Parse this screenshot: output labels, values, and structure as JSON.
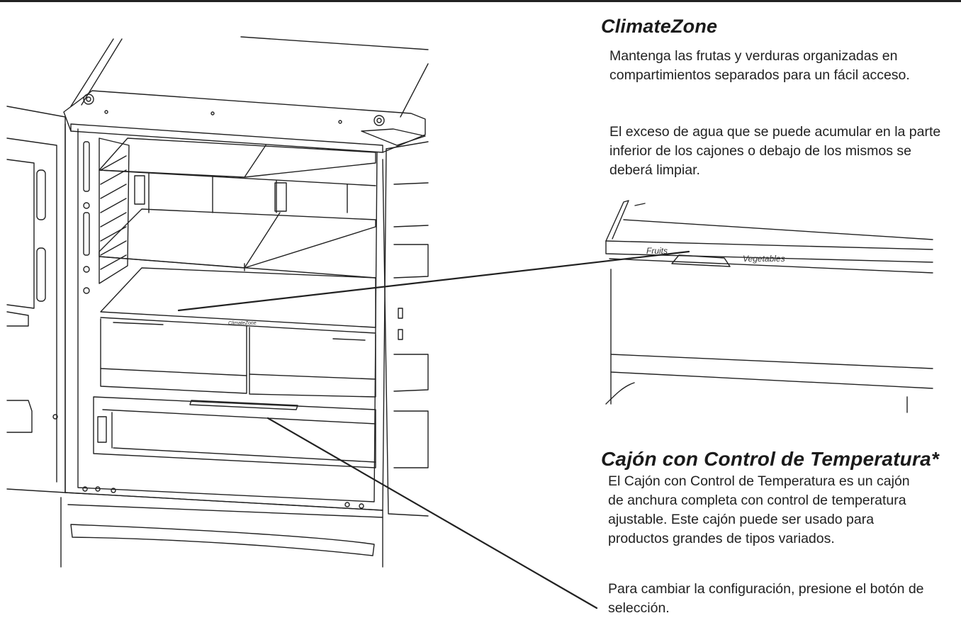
{
  "sections": [
    {
      "title": "ClimateZone",
      "paragraphs": [
        "Mantenga las frutas y verduras organizadas en compartimientos separados para un fácil acceso.",
        "El exceso de agua que se puede acumular en la parte inferior de los cajones o debajo de los mismos se deberá limpiar."
      ]
    },
    {
      "title": "Cajón con Control de Temperatura*",
      "paragraphs": [
        "El Cajón con Control de Temperatura es un cajón de anchura completa con control de temperatura ajustable. Este cajón puede ser usado para productos grandes de tipos variados.",
        "Para cambiar la configuración, presione el botón de selección."
      ]
    }
  ],
  "illustration": {
    "drawer_labels": {
      "left": "Fruits",
      "right": "Vegetables",
      "center": "ClimateZone"
    }
  }
}
